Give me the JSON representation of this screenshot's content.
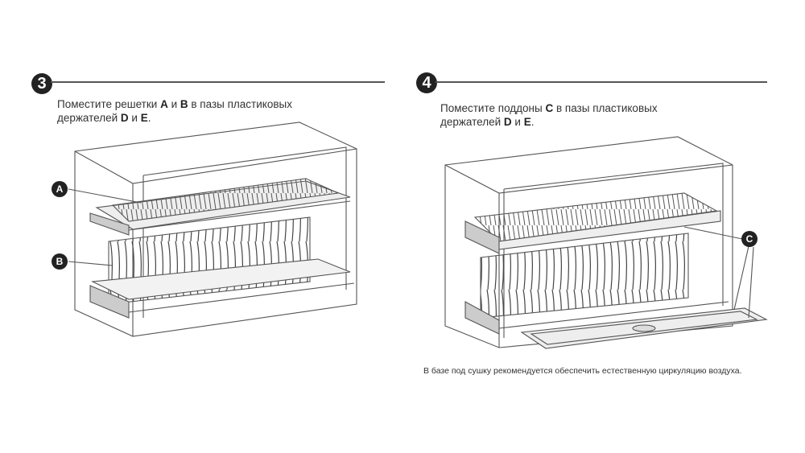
{
  "step3": {
    "number": "3",
    "text_1": "Поместите решетки ",
    "bold_a": "A",
    "text_2": " и ",
    "bold_b": "B",
    "text_3": " в пазы пластиковых",
    "text_4": "держателей ",
    "bold_d": "D",
    "text_5": " и ",
    "bold_e": "E",
    "text_6": ".",
    "callouts": [
      "A",
      "B"
    ]
  },
  "step4": {
    "number": "4",
    "text_1": "Поместите поддоны ",
    "bold_c": "C",
    "text_2": " в пазы пластиковых",
    "text_3": "держателей ",
    "bold_d": "D",
    "text_4": " и ",
    "bold_e": "E",
    "text_5": ".",
    "callouts": [
      "C"
    ],
    "note": "В базе под сушку рекомендуется обеспечить естественную циркуляцию воздуха."
  },
  "colors": {
    "line": "#555555",
    "badge": "#222222"
  }
}
